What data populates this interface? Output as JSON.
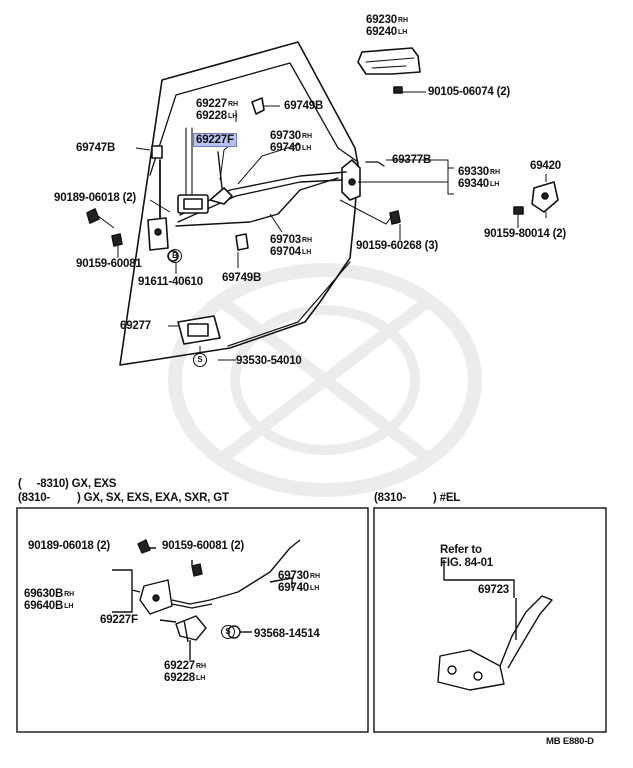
{
  "diagram": {
    "code": "MB E880-D",
    "top_parts": {
      "handle_front": "69230",
      "handle_front_side": "RH",
      "handle_rear": "69240",
      "handle_rear_side": "LH",
      "bolt_a": "90105-06074 (2)",
      "rod_a": "69227",
      "rod_a_side": "RH",
      "rod_b": "69228",
      "rod_b_side": "LH",
      "clip_top": "69749B",
      "clip_left": "69747B",
      "highlight_part": "69227F",
      "rod_c": "69730",
      "rod_c_side": "RH",
      "rod_d": "69740",
      "rod_d_side": "LH",
      "clip_lock": "69377B",
      "lock_a": "69330",
      "lock_a_side": "RH",
      "lock_b": "69340",
      "lock_b_side": "LH",
      "striker": "69420",
      "screw_left": "90189-06018 (2)",
      "screw_striker": "90159-80014 (2)",
      "nut_left": "90159-60081",
      "plug": "91611-40610",
      "screw_lock": "90159-60268 (3)",
      "rod_e": "69703",
      "rod_e_side": "RH",
      "rod_f": "69704",
      "rod_f_side": "LH",
      "clip_bottom": "69749B",
      "inner_handle": "69277",
      "screw_bottom": "93530-54010",
      "circle_s": "S",
      "circle_b": "B"
    },
    "inset_header": {
      "line1_paren": "(",
      "line1_range": "-8310) GX, EXS",
      "line2_range": "(8310-",
      "line2_grades": ") GX, SX, EXS, EXA, SXR, GT"
    },
    "left_inset": {
      "screw": "90189-06018 (2)",
      "nut": "90159-60081 (2)",
      "rod_g": "69730",
      "rod_g_side": "RH",
      "rod_h": "69740",
      "rod_h_side": "LH",
      "lock_c": "69630B",
      "lock_c_side": "RH",
      "lock_d": "69640B",
      "lock_d_side": "LH",
      "link": "69227F",
      "screw_s": "93568-14514",
      "rod_i": "69227",
      "rod_i_side": "RH",
      "rod_j": "69228",
      "rod_j_side": "LH"
    },
    "right_inset": {
      "range": "(8310-",
      "grade": ") #EL",
      "refer": "Refer to",
      "fig": "FIG. 84-01",
      "actuator": "69723"
    }
  }
}
